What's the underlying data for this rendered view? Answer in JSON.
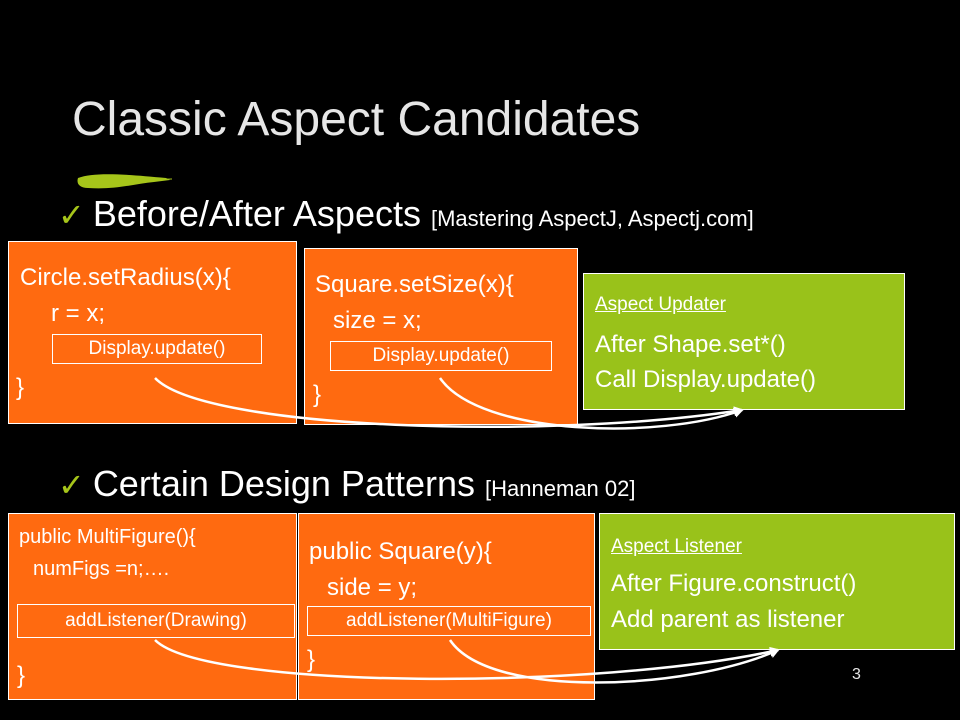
{
  "slide": {
    "title": "Classic Aspect Candidates",
    "page_number": "3",
    "accent_colors": {
      "orange": "#ff6a10",
      "green": "#99c21a"
    }
  },
  "section1": {
    "check_icon": "✓",
    "heading": "Before/After Aspects ",
    "reference": "[Mastering AspectJ, Aspectj.com]",
    "circle_box": {
      "line1": "Circle.setRadius(x){",
      "line2": "r = x;",
      "inner": "Display.update()",
      "close": "}"
    },
    "square_box": {
      "line1": "Square.setSize(x){",
      "line2": "size = x;",
      "inner": "Display.update()",
      "close": "}"
    },
    "aspect_box": {
      "name": "Aspect Updater",
      "line1": "After Shape.set*()",
      "line2": "Call Display.update()"
    }
  },
  "section2": {
    "check_icon": "✓",
    "heading": "Certain Design Patterns ",
    "reference": "[Hanneman 02]",
    "multifigure_box": {
      "line1": "public MultiFigure(){",
      "line2": "numFigs =n;….",
      "inner": "addListener(Drawing)",
      "close": "}"
    },
    "square_box": {
      "line1": "public Square(y){",
      "line2": "side = y;",
      "inner": "addListener(MultiFigure)",
      "close": "}"
    },
    "aspect_box": {
      "name": "Aspect Listener",
      "line1": "After Figure.construct()",
      "line2": "Add parent as listener"
    }
  }
}
